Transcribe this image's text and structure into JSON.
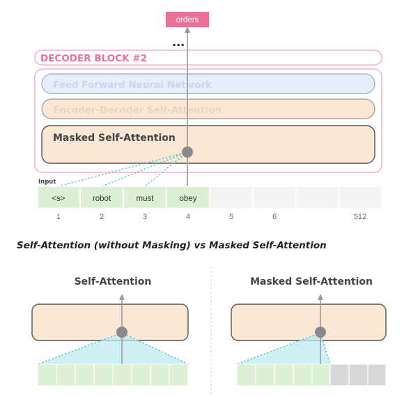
{
  "top": {
    "output_word": "orders",
    "ellipsis": "...",
    "block_title": "DECODER BLOCK #2",
    "layers": {
      "ffnn": "Feed Forward Neural Network",
      "enc_dec": "Encoder-Decoder Self-Attention",
      "masked": "Masked Self-Attention"
    },
    "input_label": "Input",
    "tokens": [
      "<s>",
      "robot",
      "must",
      "obey",
      "",
      "",
      "",
      ""
    ],
    "positions": [
      "1",
      "2",
      "3",
      "4",
      "5",
      "6",
      "512"
    ]
  },
  "caption": "Self-Attention (without Masking) vs Masked Self-Attention",
  "compare": {
    "left_title": "Self-Attention",
    "right_title": "Masked Self-Attention"
  },
  "colors": {
    "pink": "#f06e9c",
    "pink_border": "#f4b3c9",
    "orange_fill": "#fbe7d5",
    "blue_fill": "#e5eefa",
    "blue_border": "#9fb7d6",
    "green_cell": "#ddf0d6",
    "gray_cell": "#d8d8d8",
    "empty_cell": "#f4f4f4",
    "teal": "#3fc6d9",
    "dot": "#8a8a8a"
  }
}
